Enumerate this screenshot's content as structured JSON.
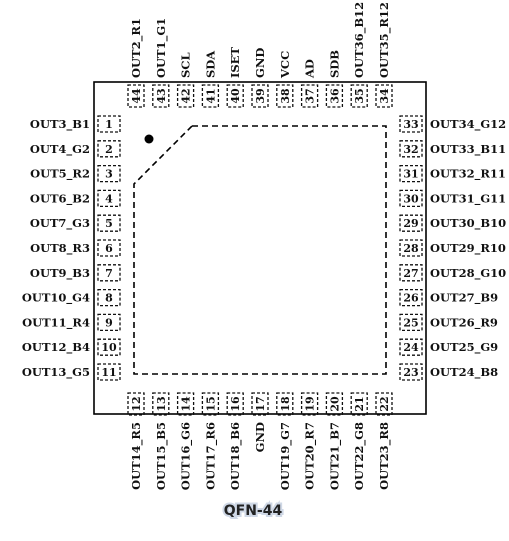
{
  "package": {
    "name": "QFN-44",
    "outline_color": "#000000",
    "pin_color": "#111111"
  },
  "pins_left": [
    {
      "num": "1",
      "label": "OUT3_B1"
    },
    {
      "num": "2",
      "label": "OUT4_G2"
    },
    {
      "num": "3",
      "label": "OUT5_R2"
    },
    {
      "num": "4",
      "label": "OUT6_B2"
    },
    {
      "num": "5",
      "label": "OUT7_G3"
    },
    {
      "num": "6",
      "label": "OUT8_R3"
    },
    {
      "num": "7",
      "label": "OUT9_B3"
    },
    {
      "num": "8",
      "label": "OUT10_G4"
    },
    {
      "num": "9",
      "label": "OUT11_R4"
    },
    {
      "num": "10",
      "label": "OUT12_B4"
    },
    {
      "num": "11",
      "label": "OUT13_G5"
    }
  ],
  "pins_bottom": [
    {
      "num": "12",
      "label": "OUT14_R5"
    },
    {
      "num": "13",
      "label": "OUT15_B5"
    },
    {
      "num": "14",
      "label": "OUT16_G6"
    },
    {
      "num": "15",
      "label": "OUT17_R6"
    },
    {
      "num": "16",
      "label": "OUT18_B6"
    },
    {
      "num": "17",
      "label": "GND"
    },
    {
      "num": "18",
      "label": "OUT19_G7"
    },
    {
      "num": "19",
      "label": "OUT20_R7"
    },
    {
      "num": "20",
      "label": "OUT21_B7"
    },
    {
      "num": "21",
      "label": "OUT22_G8"
    },
    {
      "num": "22",
      "label": "OUT23_R8"
    }
  ],
  "pins_right": [
    {
      "num": "23",
      "label": "OUT24_B8"
    },
    {
      "num": "24",
      "label": "OUT25_G9"
    },
    {
      "num": "25",
      "label": "OUT26_R9"
    },
    {
      "num": "26",
      "label": "OUT27_B9"
    },
    {
      "num": "27",
      "label": "OUT28_G10"
    },
    {
      "num": "28",
      "label": "OUT29_R10"
    },
    {
      "num": "29",
      "label": "OUT30_B10"
    },
    {
      "num": "30",
      "label": "OUT31_G11"
    },
    {
      "num": "31",
      "label": "OUT32_R11"
    },
    {
      "num": "32",
      "label": "OUT33_B11"
    },
    {
      "num": "33",
      "label": "OUT34_G12"
    }
  ],
  "pins_top": [
    {
      "num": "34",
      "label": "OUT35_R12"
    },
    {
      "num": "35",
      "label": "OUT36_B12"
    },
    {
      "num": "36",
      "label": "SDB"
    },
    {
      "num": "37",
      "label": "AD"
    },
    {
      "num": "38",
      "label": "VCC"
    },
    {
      "num": "39",
      "label": "GND"
    },
    {
      "num": "40",
      "label": "ISET"
    },
    {
      "num": "41",
      "label": "SDA"
    },
    {
      "num": "42",
      "label": "SCL"
    },
    {
      "num": "43",
      "label": "OUT1_G1"
    },
    {
      "num": "44",
      "label": "OUT2_R1"
    }
  ]
}
